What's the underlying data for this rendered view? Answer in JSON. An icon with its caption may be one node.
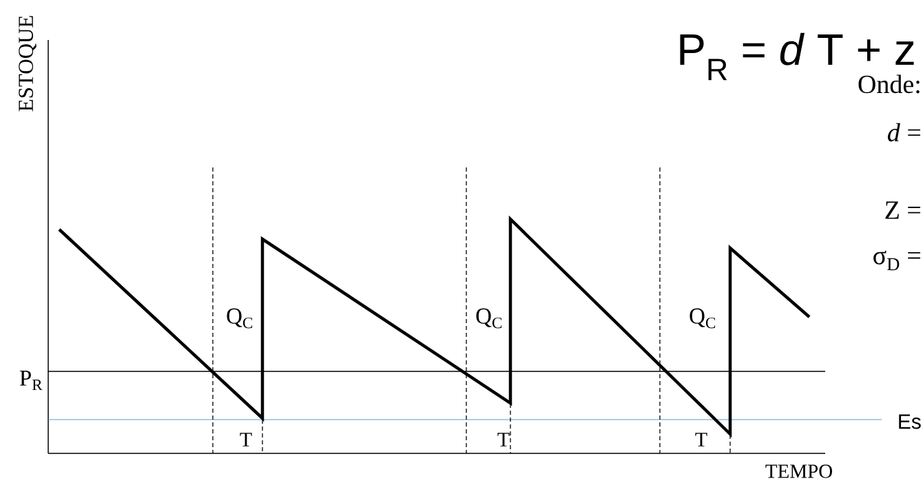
{
  "diagram": {
    "labels": [
      "ESTOQUE",
      "P$_{R}$ = *d* T + z",
      "Onde:",
      "*d* =",
      "Z =",
      "Q$_{C}$",
      "Q$_{C}$",
      "Q$_{C}$",
      "σ$_{D}$ =",
      "P$_{R}$",
      "Es",
      "T",
      "T",
      "T",
      "TEMPO"
    ]
  }
}
